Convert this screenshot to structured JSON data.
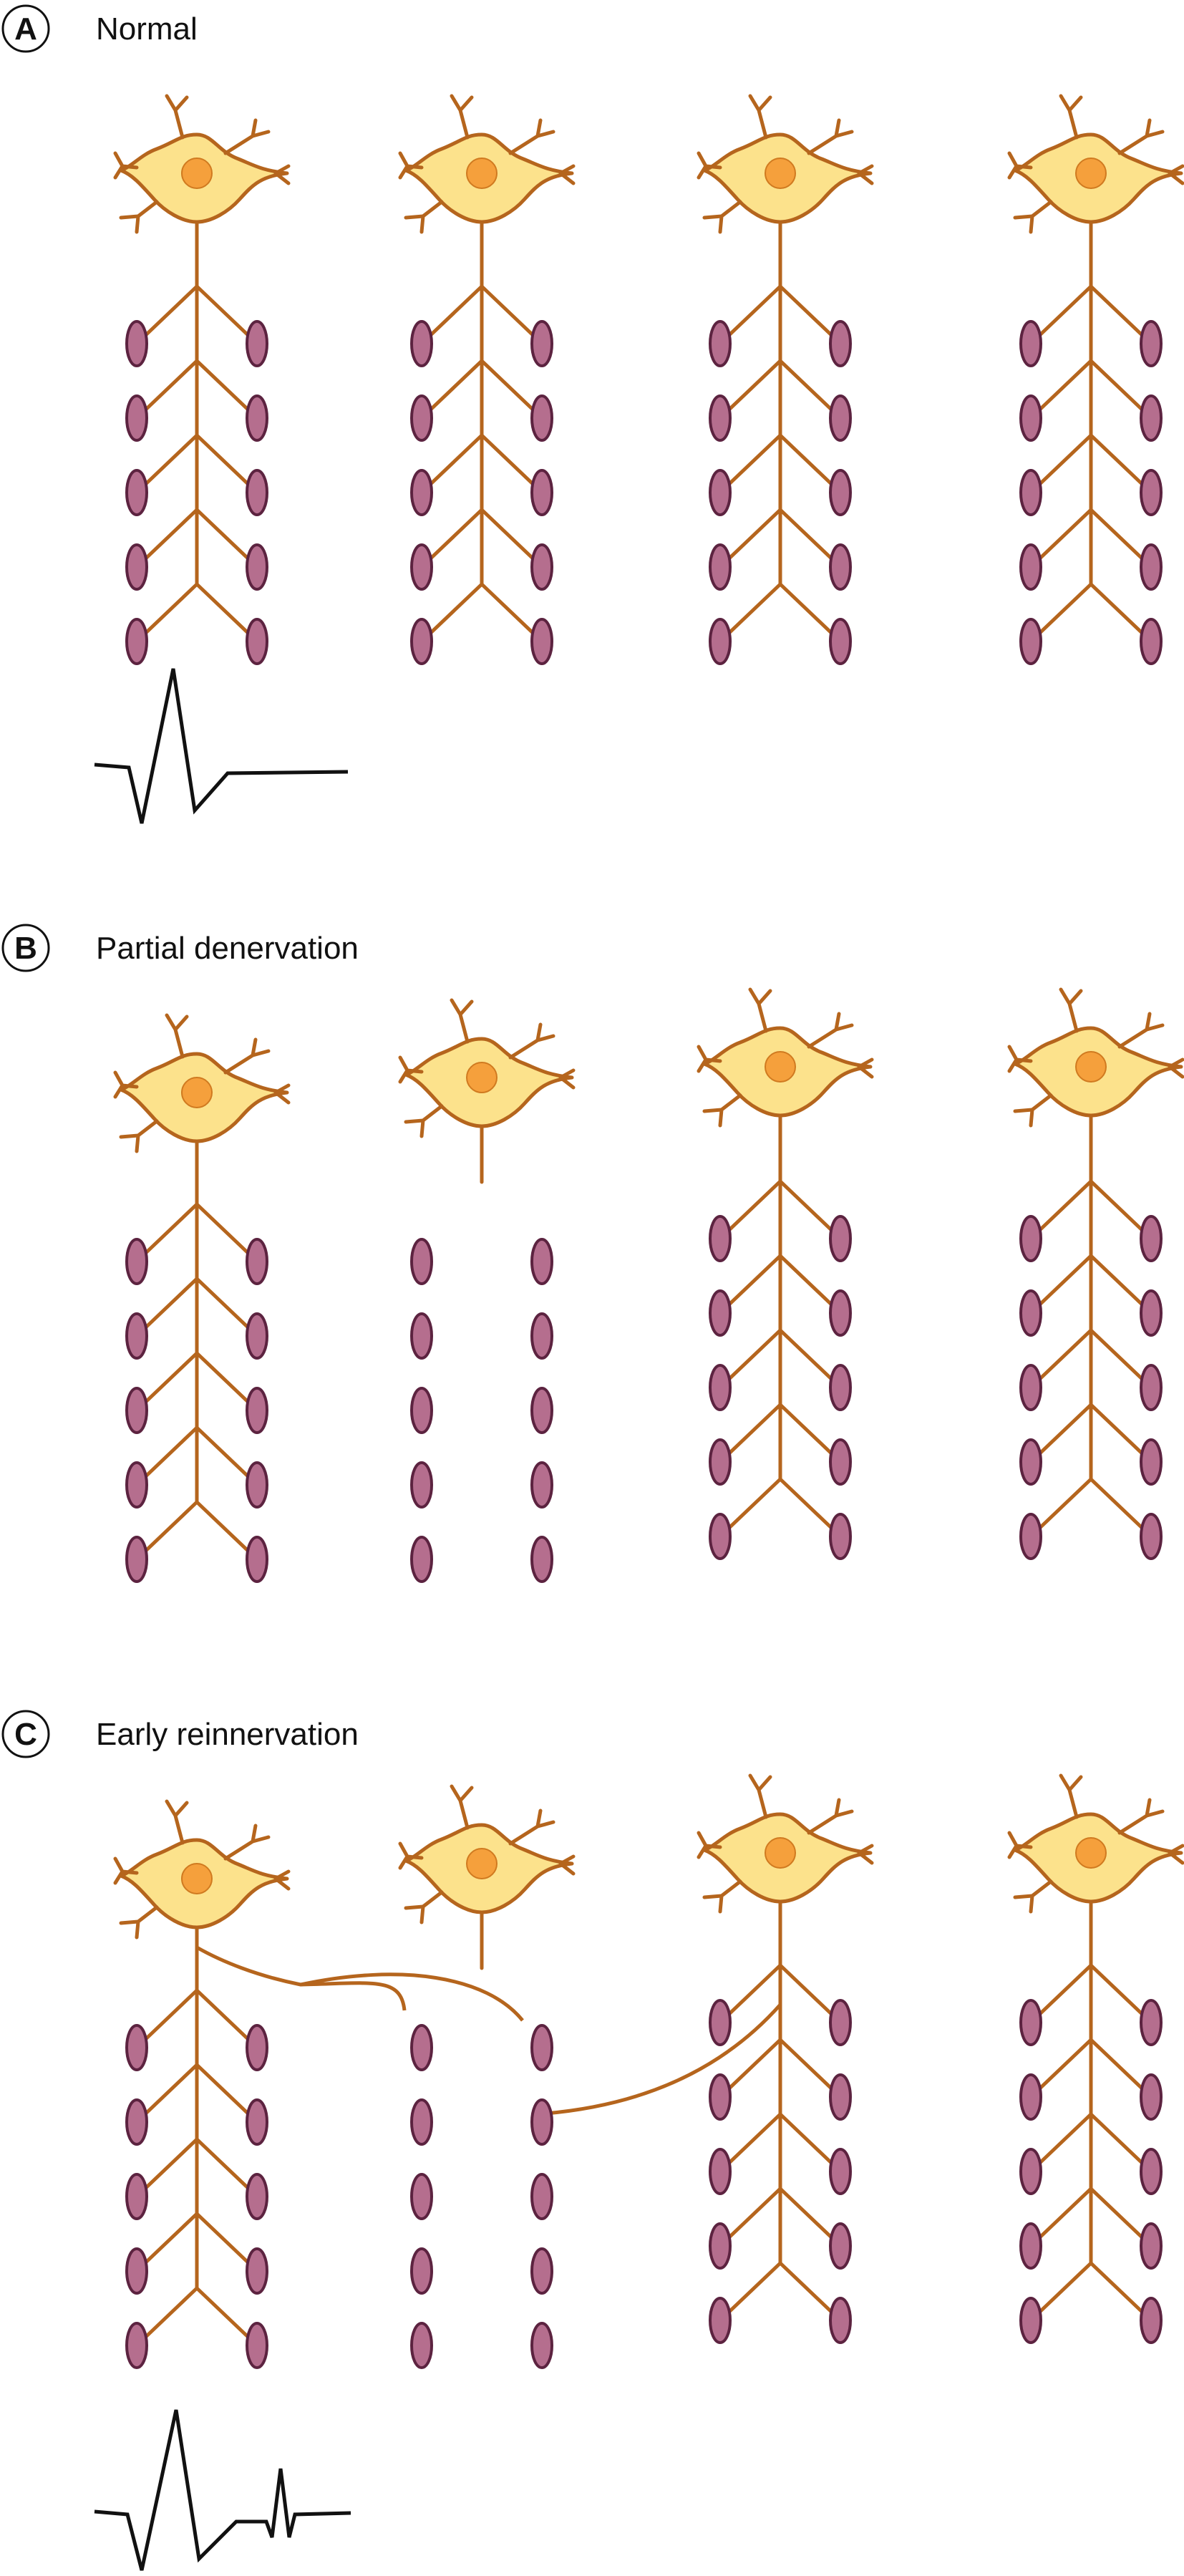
{
  "colors": {
    "axon": "#B5651D",
    "soma_fill": "#FCE28C",
    "nucleus": "#F5A03C",
    "fiber_fill": "#B56E8E",
    "fiber_stroke": "#5C2340",
    "trace": "#111111"
  },
  "panels": [
    {
      "letter": "A",
      "title": "Normal",
      "units": [
        {
          "state": "intact"
        },
        {
          "state": "intact"
        },
        {
          "state": "intact"
        },
        {
          "state": "intact"
        }
      ],
      "trace": "normal-motor-unit-potential"
    },
    {
      "letter": "B",
      "title": "Partial denervation",
      "units": [
        {
          "state": "intact"
        },
        {
          "state": "denervated"
        },
        {
          "state": "intact"
        },
        {
          "state": "intact"
        }
      ]
    },
    {
      "letter": "C",
      "title": "Early reinnervation",
      "units": [
        {
          "state": "intact"
        },
        {
          "state": "denervated"
        },
        {
          "state": "intact"
        },
        {
          "state": "intact"
        }
      ],
      "sprouts": [
        {
          "from_unit": 1,
          "to_unit": 2,
          "description": "collateral sprout to denervated fibres"
        },
        {
          "from_unit": 3,
          "to_unit": 2,
          "description": "collateral sprout to denervated fibre"
        }
      ],
      "trace": "motor-unit-potential-with-late-satellite"
    }
  ]
}
